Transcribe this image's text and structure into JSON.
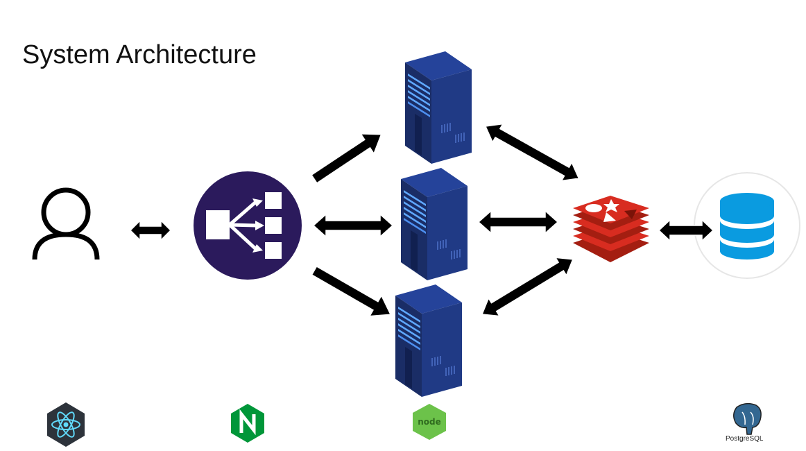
{
  "title": "System Architecture",
  "components": [
    {
      "id": "user",
      "icon": "user-icon"
    },
    {
      "id": "load-balancer",
      "icon": "load-balancer-icon"
    },
    {
      "id": "server-top",
      "icon": "server-icon"
    },
    {
      "id": "server-middle",
      "icon": "server-icon"
    },
    {
      "id": "server-bottom",
      "icon": "server-icon"
    },
    {
      "id": "cache",
      "icon": "redis-icon"
    },
    {
      "id": "database",
      "icon": "database-icon"
    }
  ],
  "connections": [
    {
      "from": "user",
      "to": "load-balancer",
      "direction": "bidirectional"
    },
    {
      "from": "load-balancer",
      "to": "server-top",
      "direction": "one-way"
    },
    {
      "from": "load-balancer",
      "to": "server-middle",
      "direction": "bidirectional"
    },
    {
      "from": "load-balancer",
      "to": "server-bottom",
      "direction": "one-way"
    },
    {
      "from": "server-top",
      "to": "cache",
      "direction": "bidirectional"
    },
    {
      "from": "server-middle",
      "to": "cache",
      "direction": "bidirectional"
    },
    {
      "from": "server-bottom",
      "to": "cache",
      "direction": "bidirectional"
    },
    {
      "from": "cache",
      "to": "database",
      "direction": "bidirectional"
    }
  ],
  "tech_logos": [
    {
      "name": "react-logo"
    },
    {
      "name": "nginx-logo"
    },
    {
      "name": "nodejs-logo",
      "text": "node"
    },
    {
      "name": "postgresql-logo",
      "text": "PostgreSQL"
    }
  ],
  "colors": {
    "load_balancer": "#2b1a5c",
    "server_dark": "#1a2d66",
    "server_light": "#25439a",
    "server_leds": "#5fa8ff",
    "redis": "#d82c20",
    "database": "#0a9be0",
    "react_bg": "#2d333b",
    "react_atom": "#61dafb",
    "nginx": "#009639",
    "node": "#6cc24a",
    "postgres": "#336791"
  }
}
